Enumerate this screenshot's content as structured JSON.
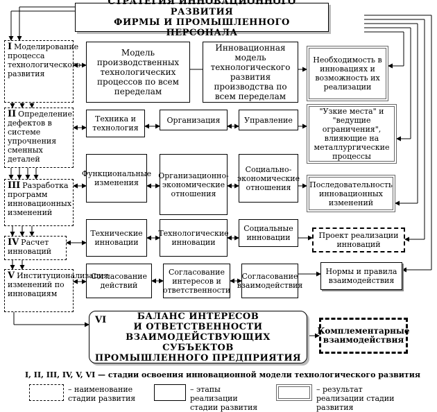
{
  "title": {
    "line1": "СТРАТЕГИЯ ИННОВАЦИОННОГО РАЗВИТИЯ",
    "line2": "ФИРМЫ И ПРОМЫШЛЕННОГО ПЕРСОНАЛА"
  },
  "stages": [
    {
      "num": "I",
      "text": "Моделирование процесса технологического развития"
    },
    {
      "num": "II",
      "text": "Определение дефектов в системе упрочнения сменных деталей"
    },
    {
      "num": "III",
      "text": "Разработка программ инновационных изменений"
    },
    {
      "num": "IV",
      "text": "Расчет инноваций"
    },
    {
      "num": "V",
      "text": "Институционализация изменений по инновациям"
    },
    {
      "num": "VI",
      "text": ""
    }
  ],
  "rows": [
    {
      "steps": [
        "Модель производственных технологических процессов по всем переделам",
        "Инновационная модель технологического развития производства по всем переделам"
      ],
      "result": "Необходимость в инновациях и возможность их реализации"
    },
    {
      "steps": [
        "Техника и технология",
        "Организация",
        "Управление"
      ],
      "result": "\"Узкие места\" и \"ведущие ограничения\", влияющие на металлургические процессы"
    },
    {
      "steps": [
        "Функциональные изменения",
        "Организационно-экономические отношения",
        "Социально-экономические отношения"
      ],
      "result": "Последовательность инновационных изменений"
    },
    {
      "steps": [
        "Технические инновации",
        "Технологические инновации",
        "Социальные инновации"
      ],
      "result": "Проект реализации инноваций"
    },
    {
      "steps": [
        "Согласование действий",
        "Согласование интересов и ответственности",
        "Согласование взаимодействия"
      ],
      "result": "Нормы и правила взаимодействия"
    }
  ],
  "balance": {
    "num": "VI",
    "line1": "БАЛАНС ИНТЕРЕСОВ",
    "line2": "И ОТВЕТСТВЕННОСТИ",
    "line3": "ВЗАИМОДЕЙСТВУЮЩИХ СУБЪЕКТОВ",
    "line4": "ПРОМЫШЛЕННОГО ПРЕДПРИЯТИЯ"
  },
  "final_result": "Комплементарные взаимодействия",
  "legend": {
    "caption": "I, II, III, IV, V, VI — стадии освоения инновационной модели технологического развития",
    "items": [
      {
        "style": "dashed",
        "text": "– наименование стадии развития"
      },
      {
        "style": "solid",
        "text": "– этапы реализации стадии развития"
      },
      {
        "style": "double",
        "text": "– результат реализации стадии развития"
      }
    ]
  }
}
